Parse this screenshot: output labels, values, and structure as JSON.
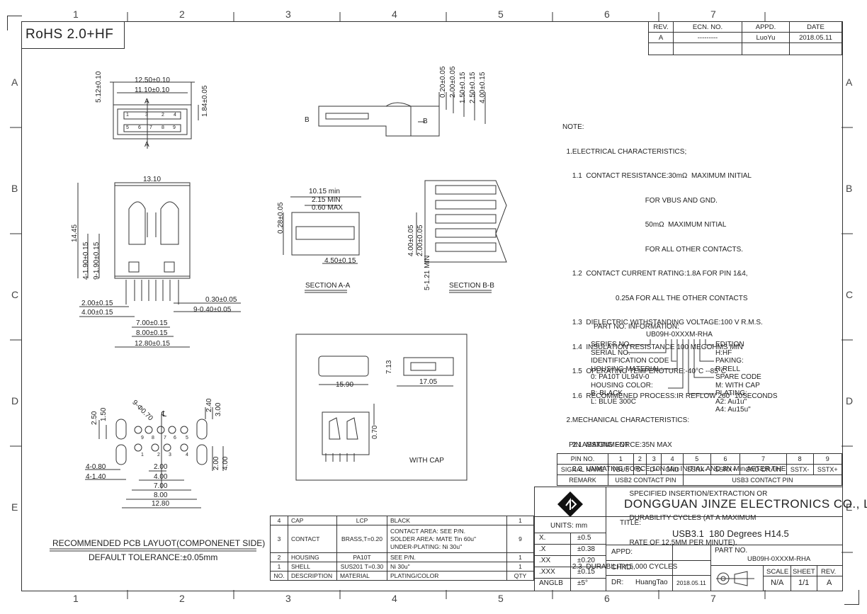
{
  "rohs": "RoHS 2.0+HF",
  "zones": {
    "cols": [
      "1",
      "2",
      "3",
      "4",
      "5",
      "6",
      "7"
    ],
    "rows": [
      "A",
      "B",
      "C",
      "D",
      "E"
    ]
  },
  "rev_table": {
    "headers": [
      "REV.",
      "ECN. NO.",
      "APPD.",
      "DATE"
    ],
    "rows": [
      [
        "A",
        "---------",
        "LuoYu",
        "2018.05.11"
      ],
      [
        "",
        "",
        "",
        ""
      ]
    ]
  },
  "top_view": {
    "dims": [
      "12.50±0.10",
      "11.10±0.10",
      "5.12±0.10",
      "1.84±0.05"
    ],
    "section_mark": "A",
    "pins_top": [
      "1",
      "4",
      "2",
      "3"
    ],
    "pins_bottom": [
      "5",
      "6",
      "7",
      "8",
      "9"
    ]
  },
  "side_view_dims": [
    "0.20±0.05",
    "2.00±0.05",
    "1.50±0.15",
    "2.50±0.15",
    "4.00±0.15"
  ],
  "section_mark_b": "B",
  "front_view_dims": {
    "width": "13.10",
    "height": "14.45",
    "pitch1": "4-1.90±0.15",
    "pitch2": "9-1.90±0.15",
    "d1": "2.00±0.15",
    "d2": "4.00±0.15",
    "d3": "0.30±0.05",
    "d4": "9-0.40±0.05",
    "d5": "7.00±0.15",
    "d6": "8.00±0.15",
    "d7": "12.80±0.15"
  },
  "section_aa": {
    "dims": [
      "10.15 min",
      "2.15 MIN",
      "0.60 MAX",
      "0.28±0.05",
      "4.50±0.15"
    ],
    "label": "SECTION A-A"
  },
  "section_bb": {
    "dims": [
      "4.00±0.05",
      "2.00±0.05",
      "5-1.21 MIN"
    ],
    "label": "SECTION B-B"
  },
  "cap_box": {
    "dims": [
      "15.90",
      "17.05",
      "7.13",
      "0.70"
    ],
    "label": "WITH CAP"
  },
  "pcb_layout": {
    "dims": [
      "2.50",
      "1.50",
      "9-Φ0.70",
      "2.40",
      "3.00",
      "4-0.80",
      "4-1.40",
      "2.00",
      "4.00",
      "7.00",
      "8.00",
      "12.80",
      "2.00",
      "4.00"
    ],
    "centerline": "℄",
    "pins_top": [
      "9",
      "8",
      "7",
      "6",
      "5"
    ],
    "pins_bottom": [
      "1",
      "2",
      "3",
      "4"
    ],
    "title": "RECOMMENDED PCB LAYUOT(COMPONENET SIDE)",
    "tolerance": "DEFAULT TOLERANCE:±0.05mm"
  },
  "notes": [
    "NOTE:",
    "  1.ELECTRICAL CHARACTERISTICS;",
    "     1.1  CONTACT RESISTANCE:30mΩ  MAXIMUM INITIAL",
    "                                          FOR VBUS AND GND.",
    "                                          50mΩ  MAXIMUM NITIAL",
    "                                          FOR ALL OTHER CONTACTS.",
    "     1.2  CONTACT CURRENT RATING:1.8A FOR PIN 1&4,",
    "                           0.25A FOR ALL THE OTHER CONTACTS",
    "     1.3  DIELECTRIC WITHSTANDING VOLTAGE:100 V R.M.S.",
    "     1.4  INSULATION RESISTANCE 100 MEGOHMS MIN",
    "     1.5  OPERATING TEMPEROTURE:-40°C --85°C",
    "     1.6  RECOMMENED PROCESS:IR REFLOW 260° 10SECONDS",
    "  2.MECHANICAL CHARACTERISTICS:",
    "     2.1  MATING FORCE:35N MAX",
    "     2.2  UNMATING FORCE:10N Min INITIAL AND 8N Min AFTER THE",
    "                                  SPECIFIED INSERTION/EXTRACTION OR",
    "                                  DURABILITY CYCLES (AT A MAXIMUM",
    "                                  RATE OF 12.5MM PER MINUTE).",
    "     2.3  DURABILITY:5,000 CYCLES"
  ],
  "part_info": {
    "header": "PART NO. INFORMATION:",
    "part": "UB09H-0XXXM-RHA",
    "left": [
      "SERIES NO.",
      "SERIAL NO.",
      "IDENTIFICATION CODE",
      "HOUSING MATERIAL:",
      "0: PA10T   UL94V-0",
      "HOUSING COLOR:",
      "B: BLACK",
      "L: BLUE 300C"
    ],
    "right": [
      "EDITION",
      "H:HF",
      "PAKING:",
      "R:RELL",
      "SPARE CODE",
      "M: WITH CAP",
      "PLATING:",
      "A2: Au1u\"",
      "A4: Au15u\""
    ]
  },
  "pin_assignment": {
    "title": "PIN ASSIGNMENT",
    "pin_label": "PIN NO.",
    "signal_label": "SIGNAL NAME",
    "remark_label": "REMARK",
    "pins": [
      "1",
      "2",
      "3",
      "4",
      "5",
      "6",
      "7",
      "8",
      "9"
    ],
    "signals": [
      "VBUS",
      "D-",
      "D+",
      "GND",
      "SSRX-",
      "SSRX+",
      "GND-DRAIN",
      "SSTX-",
      "SSTX+"
    ],
    "remark_usb2": "USB2 CONTACT PIN",
    "remark_usb3": "USB3 CONTACT PIN"
  },
  "bom": {
    "rows": [
      [
        "4",
        "CAP",
        "LCP",
        "BLACK",
        "1"
      ],
      [
        "3",
        "CONTACT",
        "BRASS,T=0.20",
        "CONTACT AREA:  SEE P/N.|SOLDER AREA:  MATE Tin 60u\"|UNDER-PLATING: Ni 30u\"",
        "9"
      ],
      [
        "2",
        "HOUSING",
        "PA10T",
        "SEE P/N.",
        "1"
      ],
      [
        "1",
        "SHELL",
        "SUS201 T=0.30",
        "Ni 30u\"",
        "1"
      ]
    ],
    "headers": [
      "NO.",
      "DESCRIPTION",
      "MATERIAL",
      "PLATING/COLOR",
      "QTY"
    ]
  },
  "title_block": {
    "company": "DONGGUAN JINZE ELECTRONICS CO., LTD",
    "units": "UNITS: mm",
    "tolerances": [
      [
        "X.",
        "±0.5"
      ],
      [
        ".X",
        "±0.38"
      ],
      [
        ".XX",
        "±0.20"
      ],
      [
        ".XXX",
        "±0.15"
      ],
      [
        "ANGLB",
        "±5°"
      ]
    ],
    "title_label": "TITLE:",
    "title": "USB3.1  180 Degrees H14.5",
    "appd": "APPD:",
    "chkd": "CHKD:",
    "dr": "DR:",
    "drawer": "HuangTao",
    "date": "2018.05.11",
    "part_no_label": "PART NO.",
    "part_no": "UB09H-0XXXM-RHA",
    "scale_label": "SCALE",
    "sheet_label": "SHEET",
    "rev_label": "REV.",
    "scale": "N/A",
    "sheet": "1/1",
    "rev": "A"
  }
}
